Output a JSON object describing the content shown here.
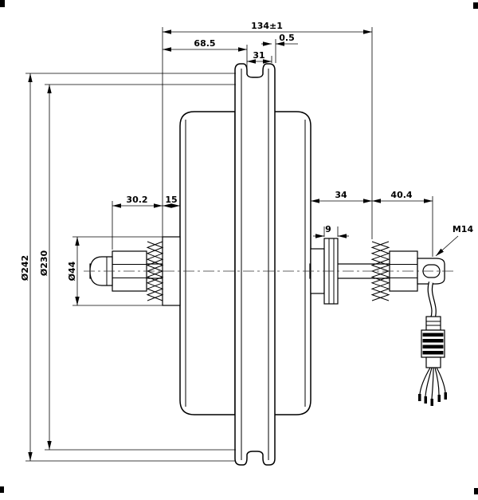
{
  "drawing": {
    "subject": "hub-motor-side-section",
    "units": "mm",
    "background": "#ffffff",
    "line_color": "#000000",
    "labels": {
      "overall_width": "134±1",
      "rim_offset": "0.5",
      "left_span": "68.5",
      "rim_width": "31",
      "left_thread_length": "30.2",
      "left_shoulder": "15",
      "right_span": "34",
      "right_thread_length": "40.4",
      "washer_stack_width": "9",
      "axle_thread_callout": "M14",
      "rim_outer_diameter": "Ø242",
      "rim_inner_diameter": "Ø230",
      "hub_boss_diameter": "Ø44"
    }
  }
}
